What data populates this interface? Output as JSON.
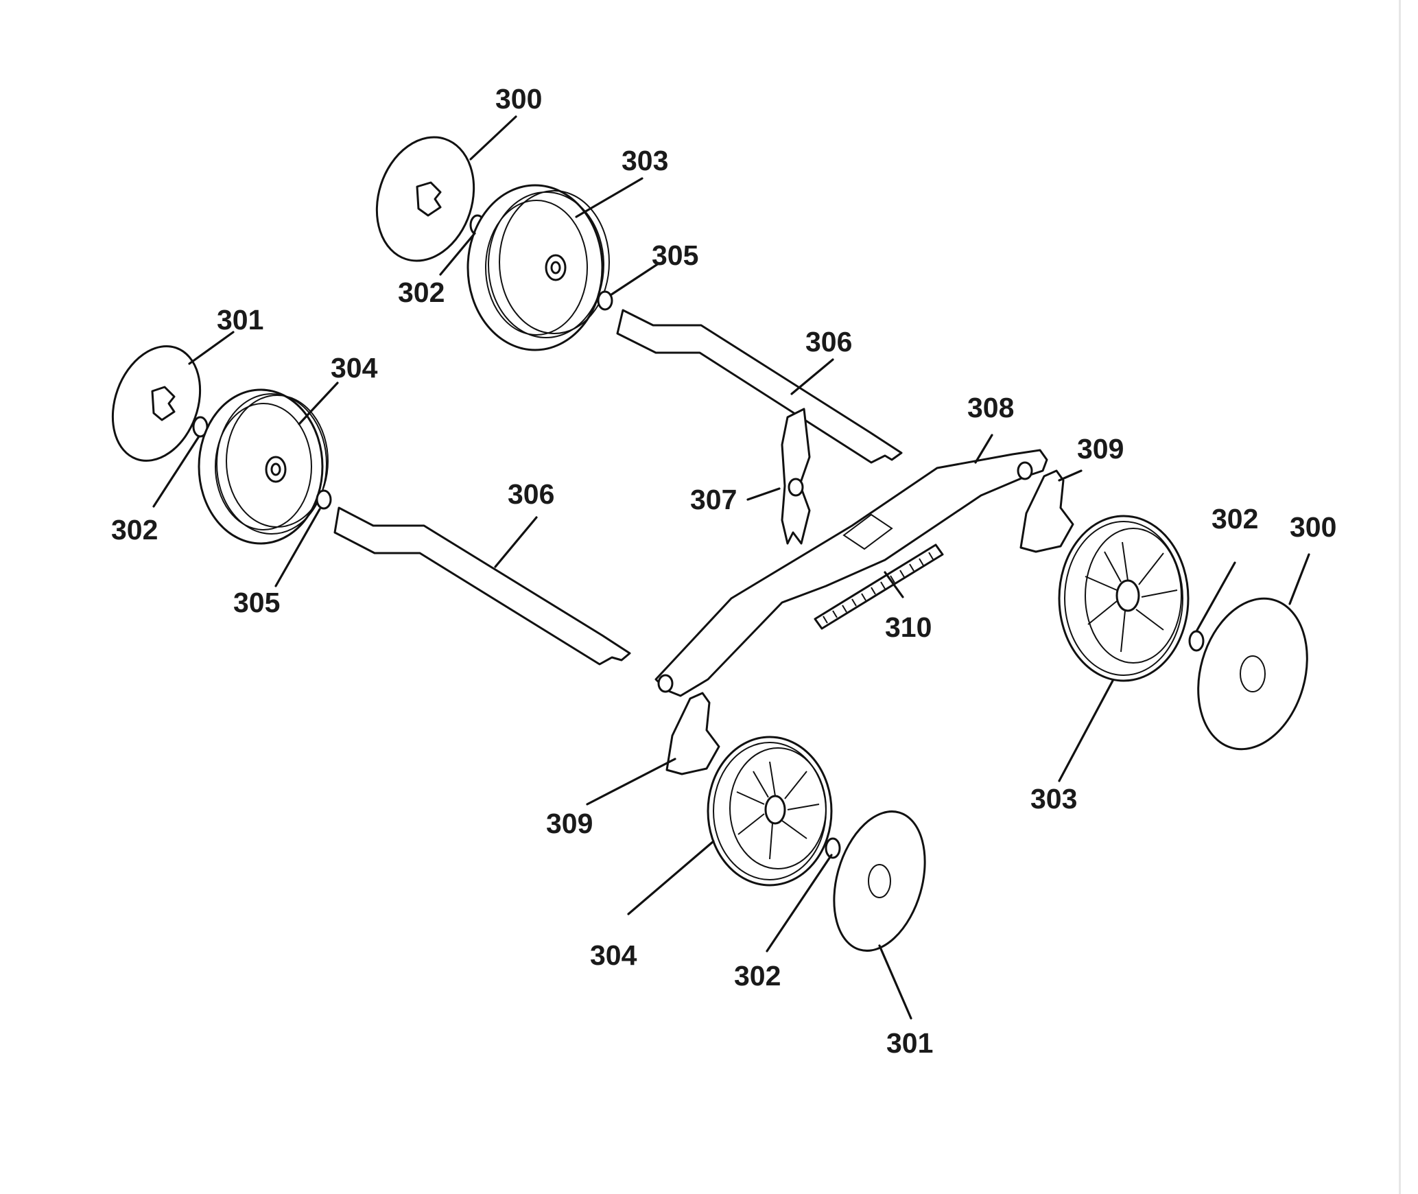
{
  "part_labels": {
    "p300_top": "300",
    "p303_top": "303",
    "p302_top": "302",
    "p305_top": "305",
    "p301_left": "301",
    "p304_left": "304",
    "p302_left": "302",
    "p305_left": "305",
    "p306_top": "306",
    "p306_left": "306",
    "p308": "308",
    "p309_right": "309",
    "p307": "307",
    "p310": "310",
    "p302_right": "302",
    "p300_right": "300",
    "p303_right": "303",
    "p309_bottom": "309",
    "p304_bottom": "304",
    "p302_bottom": "302",
    "p301_bottom": "301"
  }
}
